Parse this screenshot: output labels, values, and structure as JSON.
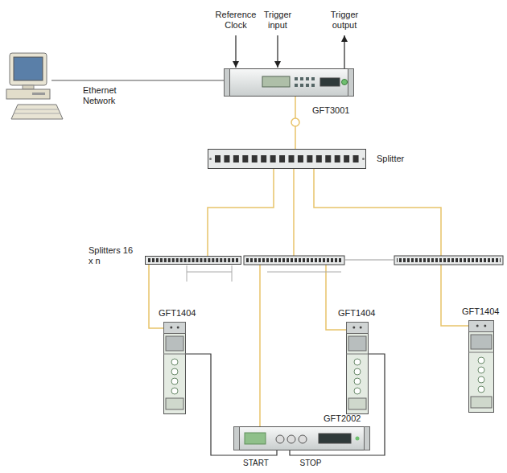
{
  "diagram": {
    "nodes": [
      {
        "text": [
          "GFT3001"
        ]
      },
      {
        "text": [
          "Splitter"
        ]
      },
      {
        "text": [
          "Splitters 16 x n"
        ]
      },
      {
        "text": [
          "GFT1404"
        ]
      },
      {
        "text": [
          "GFT1404"
        ]
      },
      {
        "text": [
          "GFT1404"
        ]
      },
      {
        "text": [
          "GFT2002"
        ]
      }
    ],
    "edges": [
      {
        "from": 0,
        "to": 1,
        "arrow": "none"
      },
      {
        "from": 1,
        "to": 2,
        "arrow": "none"
      },
      {
        "from": 2,
        "to": 3,
        "arrow": "none"
      },
      {
        "from": 3,
        "to": 6,
        "arrow": "none"
      },
      {
        "from": 4,
        "to": 6,
        "arrow": "none"
      }
    ],
    "labels": [
      "Reference Clock",
      "Trigger input",
      "Trigger output",
      "Ethernet Network",
      "START",
      "STOP"
    ]
  }
}
